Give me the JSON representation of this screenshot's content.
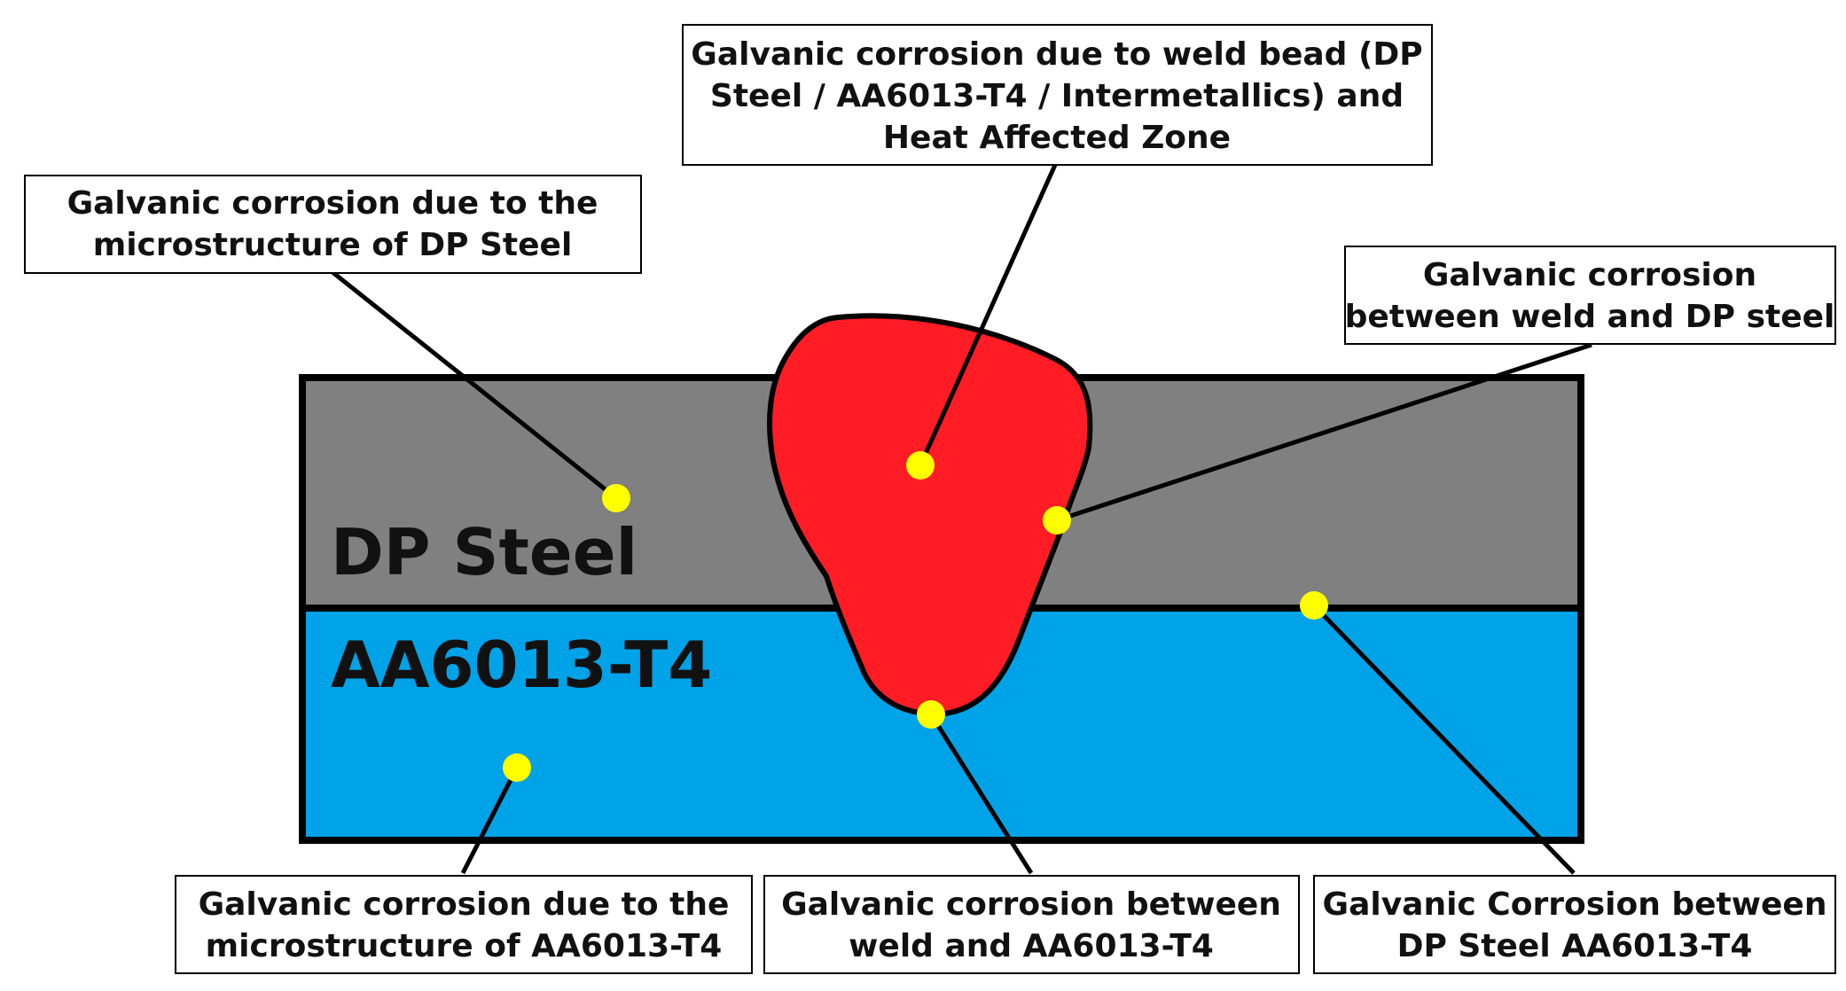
{
  "layers": {
    "steel": {
      "name": "DP Steel",
      "color": "#808080"
    },
    "aluminum": {
      "name": "AA6013-T4",
      "color": "#00A2E8"
    }
  },
  "weld": {
    "color": "#FF1C24"
  },
  "marker_color": "#FFFF00",
  "callouts": {
    "weld_bead": [
      "Galvanic corrosion due to weld bead (DP",
      "Steel / AA6013-T4 / Intermetallics) and",
      "Heat Affected Zone"
    ],
    "steel_micro": [
      "Galvanic corrosion due to the",
      "microstructure of DP Steel"
    ],
    "weld_steel": [
      "Galvanic corrosion",
      "between weld and DP steel"
    ],
    "al_micro": [
      "Galvanic corrosion due to the",
      "microstructure of AA6013-T4"
    ],
    "weld_al": [
      "Galvanic corrosion between",
      "weld and AA6013-T4"
    ],
    "steel_al": [
      "Galvanic Corrosion between",
      "DP Steel AA6013-T4"
    ]
  }
}
